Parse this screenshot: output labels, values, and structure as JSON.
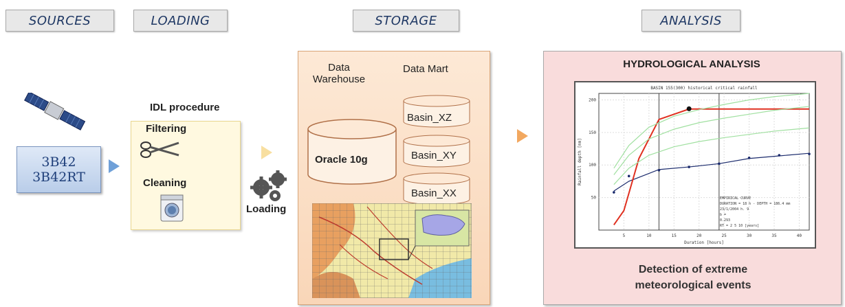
{
  "headers": {
    "sources": "SOURCES",
    "loading": "LOADING",
    "storage": "STORAGE",
    "analysis": "ANALYSIS"
  },
  "sources": {
    "line1": "3B42",
    "line2": "3B42RT"
  },
  "idl": {
    "title": "IDL procedure",
    "filtering": "Filtering",
    "cleaning": "Cleaning"
  },
  "loading_label": "Loading",
  "storage": {
    "warehouse": "Data\nWarehouse",
    "datamart": "Data Mart",
    "oracle": "Oracle 10g",
    "basins": [
      "Basin_XZ",
      "Basin_XY",
      "Basin_XX"
    ]
  },
  "analysis": {
    "title": "HYDROLOGICAL ANALYSIS",
    "caption": "Detection of extreme meteorological events"
  },
  "chart_data": {
    "type": "line",
    "title": "BASIN 155(300) historical critical rainfall",
    "xlabel": "Duration [hours]",
    "ylabel": "Rainfall depth [mm]",
    "xlim": [
      0,
      42
    ],
    "ylim": [
      0,
      210
    ],
    "xticks": [
      5,
      10,
      15,
      20,
      25,
      30,
      35,
      40
    ],
    "yticks": [
      50,
      100,
      150,
      200
    ],
    "grid": true,
    "legend_position": "bottom-right",
    "legend": [
      "EMPIRICAL CURVE",
      "DURATION = 18 h - DEPTH = 186.4 mm",
      "23/1/2004 h. 9",
      "b =",
      "0.293",
      "RT = 2 5 10 [years]"
    ],
    "vertical_lines_x": [
      12,
      24
    ],
    "series": [
      {
        "values_x": [
          3,
          6,
          12,
          18,
          24,
          30,
          36,
          42
        ],
        "values_y": [
          60,
          75,
          93,
          97,
          102,
          110,
          114,
          118
        ],
        "color": "#1a2a6c"
      },
      {
        "values_x": [
          3,
          5,
          8,
          12,
          18,
          24,
          30,
          36,
          42
        ],
        "values_y": [
          8,
          30,
          110,
          170,
          186,
          186,
          186,
          186,
          186
        ],
        "color": "#e03020"
      },
      {
        "values_x": [
          3,
          6,
          10,
          15,
          20,
          25,
          30,
          35,
          42
        ],
        "values_y": [
          70,
          95,
          115,
          128,
          136,
          142,
          147,
          152,
          157
        ],
        "color": "#a0e0a0"
      },
      {
        "values_x": [
          3,
          6,
          10,
          15,
          20,
          25,
          30,
          35,
          42
        ],
        "values_y": [
          85,
          115,
          140,
          155,
          165,
          172,
          178,
          184,
          190
        ],
        "color": "#a0e0a0"
      },
      {
        "values_x": [
          3,
          6,
          10,
          15,
          20,
          25,
          30,
          35,
          42
        ],
        "values_y": [
          95,
          130,
          158,
          175,
          185,
          193,
          200,
          205,
          210
        ],
        "color": "#a0e0a0"
      }
    ],
    "empirical_points": {
      "x": [
        3,
        6,
        12,
        18,
        24,
        30,
        36,
        42
      ],
      "y": [
        58,
        83,
        92,
        97,
        102,
        111,
        115,
        117
      ]
    },
    "highlight_point": {
      "x": 18,
      "y": 186.4
    }
  },
  "colors": {
    "header_text": "#1f3864",
    "arrow": "#6fa0d8",
    "arrow_orange": "#f2a860",
    "idl_fill": "#fff9e0",
    "storage_fill": "#fde3cc",
    "analysis_fill": "#f9dcdc"
  }
}
